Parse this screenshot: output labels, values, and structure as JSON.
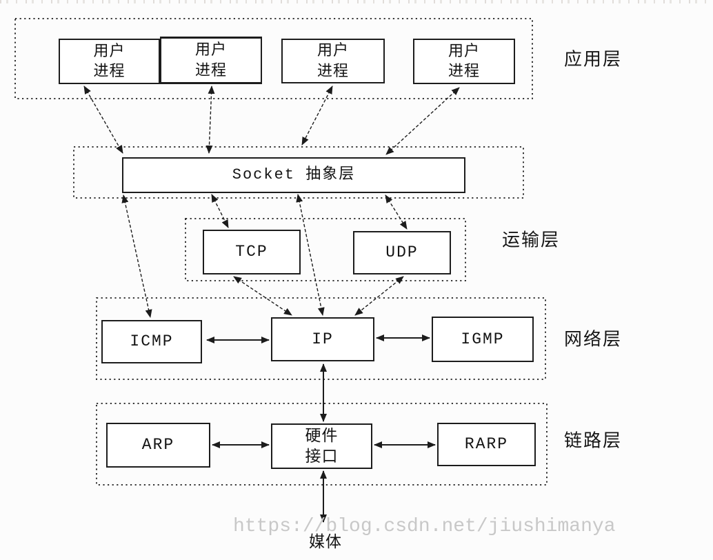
{
  "diagram": {
    "watermark_text": "https://blog.csdn.net/jiushimanya",
    "layer_labels": {
      "application": "应用层",
      "transport": "运输层",
      "network": "网络层",
      "link": "链路层"
    },
    "nodes": {
      "user_process_1": "用户\n进程",
      "user_process_2": "用户\n进程",
      "user_process_3": "用户\n进程",
      "user_process_4": "用户\n进程",
      "socket_layer": "Socket 抽象层",
      "tcp": "TCP",
      "udp": "UDP",
      "icmp": "ICMP",
      "ip": "IP",
      "igmp": "IGMP",
      "arp": "ARP",
      "hardware_interface": "硬件\n接口",
      "rarp": "RARP",
      "media": "媒体"
    },
    "colors": {
      "line": "#1c1c1c",
      "box_fill": "#ffffff",
      "watermark": "#c8c8c8",
      "background": "#fcfcfc"
    }
  }
}
